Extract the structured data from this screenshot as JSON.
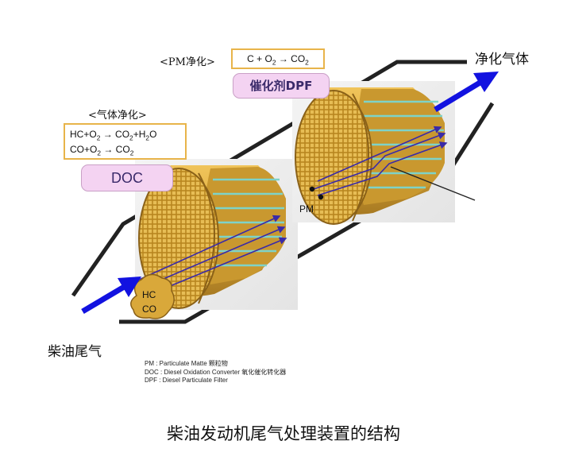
{
  "labels": {
    "input": "柴油尾气",
    "output": "净化气体",
    "pm_section": "<PM净化>",
    "gas_section": "<气体净化>",
    "pm_point": "PM",
    "hc": "HC",
    "co": "CO",
    "caption": "柴油发动机尾气处理装置的结构"
  },
  "reactions": {
    "pm": {
      "lhs": "C + O",
      "sub1": "2",
      "arrow": " → CO",
      "sub2": "2"
    },
    "gas_line1": {
      "a": "HC+O",
      "a_sub": "2",
      "b": " → CO",
      "b_sub": "2",
      "c": "+H",
      "c_sub": "2",
      "d": "O"
    },
    "gas_line2": {
      "a": "CO+O",
      "a_sub": "2",
      "b": " → CO",
      "b_sub": "2"
    }
  },
  "catalysts": {
    "dpf": "催化剂DPF",
    "doc": "DOC"
  },
  "legend": {
    "pm": "PM : Particulate Matte  颗粒物",
    "doc": "DOC : Diesel Oxidation Converter  氧化催化转化器",
    "dpf": "DPF : Diesel Particulate Filter"
  },
  "colors": {
    "arrow_blue": "#1212e0",
    "filter_gold": "#d9a83a",
    "filter_dark": "#8a6118",
    "channel_teal": "#7ed3c8",
    "flow_line": "#3a2aa8",
    "box_border": "#e8b44a",
    "pill_fill": "#f4d3f2"
  }
}
